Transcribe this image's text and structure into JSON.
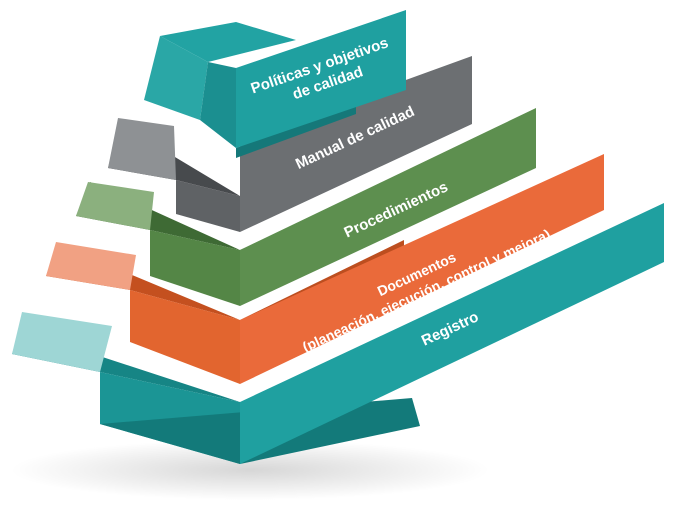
{
  "levels": [
    {
      "key": "politicas",
      "lines": [
        "Políticas y objetivos",
        "de calidad"
      ],
      "colors": {
        "banner": "#1fa0a0",
        "front": "#1b8f90",
        "left": "#2aa7a6",
        "top": "#22a3a3",
        "shadow": "#157879"
      }
    },
    {
      "key": "manual",
      "lines": [
        "Manual de calidad"
      ],
      "colors": {
        "banner": "#6c6f72",
        "front": "#5f6265",
        "left": "#8e9194",
        "top": "#474a4d",
        "shadow": "#46494c"
      }
    },
    {
      "key": "procedimientos",
      "lines": [
        "Procedimientos"
      ],
      "colors": {
        "banner": "#5d8f4f",
        "front": "#548646",
        "left": "#8bb07e",
        "top": "#3e6a34",
        "shadow": "#3e6a34"
      }
    },
    {
      "key": "documentos",
      "lines": [
        "Documentos",
        "(planeación, ejecución, control y mejora)"
      ],
      "colors": {
        "banner": "#ea6a3a",
        "front": "#e2652f",
        "left": "#f1a183",
        "top": "#c4501f",
        "shadow": "#bd4e1f"
      }
    },
    {
      "key": "registro",
      "lines": [
        "Registro"
      ],
      "colors": {
        "banner": "#1fa0a0",
        "front": "#1b9595",
        "left": "#9ed6d5",
        "top": "#168585",
        "shadow": "#137a7a"
      }
    }
  ]
}
